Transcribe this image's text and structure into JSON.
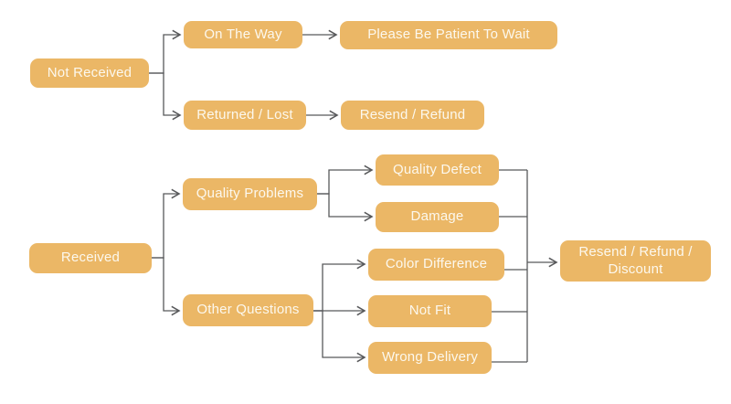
{
  "diagram": {
    "type": "flowchart",
    "topic": "order-received-decision-flow",
    "colors": {
      "node_fill": "#EBB766",
      "node_text": "#FCF8EE",
      "connector": "#58595B",
      "background": "#FFFFFF"
    },
    "nodes": [
      {
        "id": "not-received",
        "label": "Not Received"
      },
      {
        "id": "on-the-way",
        "label": "On The Way"
      },
      {
        "id": "please-be-patient-to-wait",
        "label": "Please Be Patient To Wait"
      },
      {
        "id": "returned-lost",
        "label": "Returned / Lost"
      },
      {
        "id": "resend-refund",
        "label": "Resend / Refund"
      },
      {
        "id": "received",
        "label": "Received"
      },
      {
        "id": "quality-problems",
        "label": "Quality Problems"
      },
      {
        "id": "other-questions",
        "label": "Other Questions"
      },
      {
        "id": "quality-defect",
        "label": "Quality Defect"
      },
      {
        "id": "damage",
        "label": "Damage"
      },
      {
        "id": "color-difference",
        "label": "Color Difference"
      },
      {
        "id": "not-fit",
        "label": "Not Fit"
      },
      {
        "id": "wrong-delivery",
        "label": "Wrong Delivery"
      },
      {
        "id": "resend-refund-discount",
        "label": "Resend / Refund / Discount"
      }
    ],
    "edges": [
      {
        "from": "not-received",
        "to": "on-the-way"
      },
      {
        "from": "not-received",
        "to": "returned-lost"
      },
      {
        "from": "on-the-way",
        "to": "please-be-patient-to-wait"
      },
      {
        "from": "returned-lost",
        "to": "resend-refund"
      },
      {
        "from": "received",
        "to": "quality-problems"
      },
      {
        "from": "received",
        "to": "other-questions"
      },
      {
        "from": "quality-problems",
        "to": "quality-defect"
      },
      {
        "from": "quality-problems",
        "to": "damage"
      },
      {
        "from": "other-questions",
        "to": "color-difference"
      },
      {
        "from": "other-questions",
        "to": "not-fit"
      },
      {
        "from": "other-questions",
        "to": "wrong-delivery"
      },
      {
        "from": "quality-defect",
        "to": "resend-refund-discount"
      },
      {
        "from": "damage",
        "to": "resend-refund-discount"
      },
      {
        "from": "color-difference",
        "to": "resend-refund-discount"
      },
      {
        "from": "not-fit",
        "to": "resend-refund-discount"
      },
      {
        "from": "wrong-delivery",
        "to": "resend-refund-discount"
      }
    ]
  }
}
